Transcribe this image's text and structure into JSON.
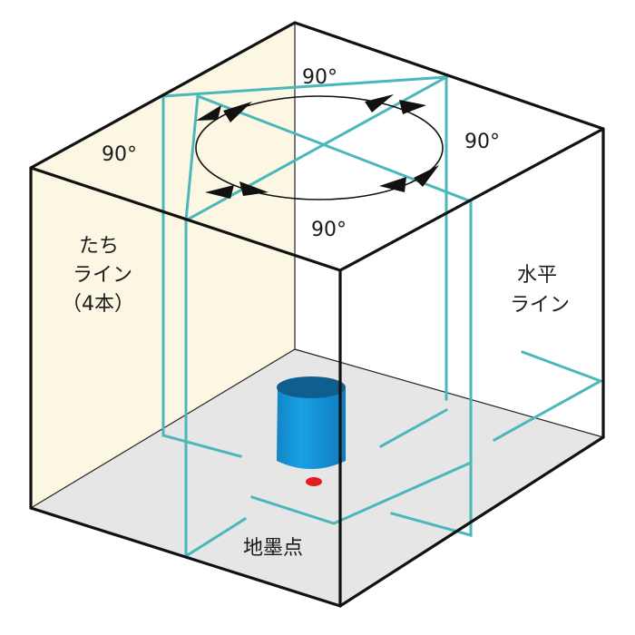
{
  "diagram": {
    "labels": {
      "angle_top": "90°",
      "angle_left": "90°",
      "angle_right": "90°",
      "angle_bottom": "90°",
      "vertical_lines": [
        "たち",
        "ライン",
        "（4本）"
      ],
      "horizontal_line": [
        "水平",
        "ライン"
      ],
      "ground_point": "地墨点"
    },
    "colors": {
      "laser_line": "#4ab7bb",
      "left_wall": "#fbf7e2",
      "floor": "#e6e6e6",
      "device": "#1592d6",
      "device_top": "#0f5e8f",
      "ground_point": "#e31b23",
      "edges": "#111111"
    }
  }
}
